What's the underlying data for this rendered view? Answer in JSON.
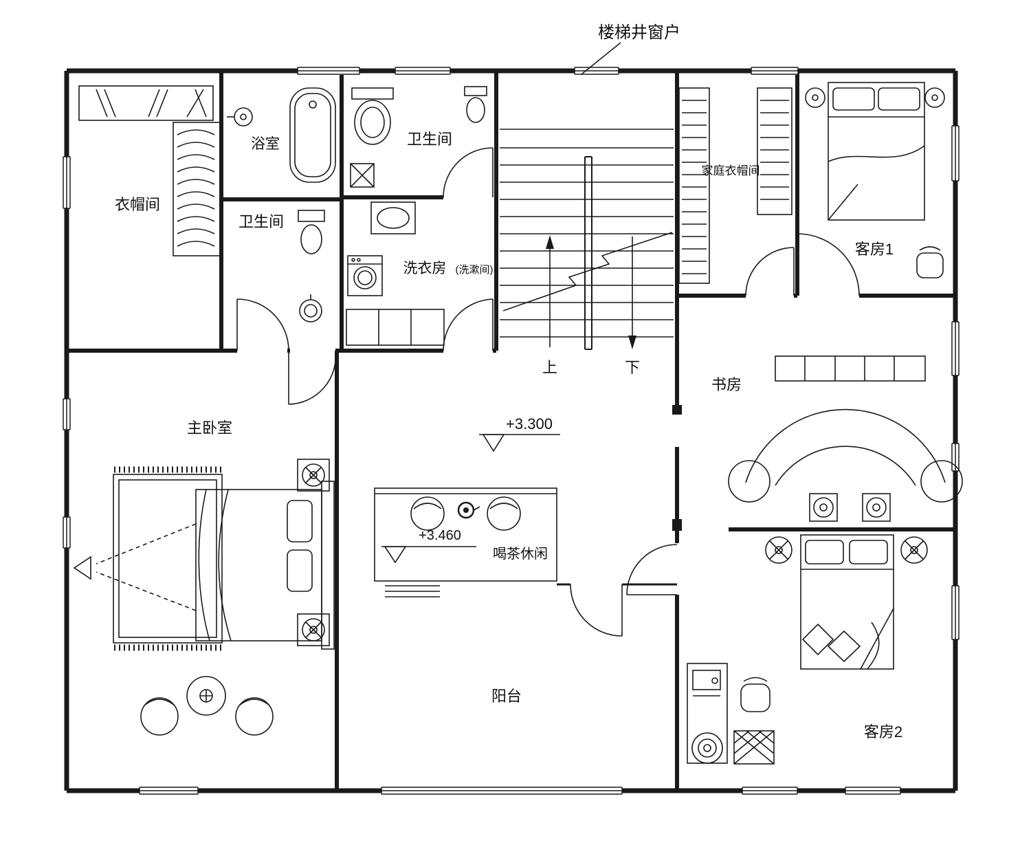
{
  "page": {
    "background": "#ffffff",
    "line_color": "#1a1a1a"
  },
  "annotations": {
    "stairwell_window": "楼梯井窗户",
    "elev_330": "+3.300",
    "elev_346": "+3.460",
    "up": "上",
    "down": "下"
  },
  "rooms": {
    "bath": "浴室",
    "toilet_top": "卫生间",
    "toilet_left": "卫生间",
    "cloakroom": "衣帽间",
    "family_cloakroom": "家庭衣帽间",
    "laundry": "洗衣房",
    "laundry_sub": "(洗漱间)",
    "guest1": "客房1",
    "study": "书房",
    "master": "主卧室",
    "tea": "喝茶休闲",
    "balcony": "阳台",
    "guest2": "客房2"
  }
}
